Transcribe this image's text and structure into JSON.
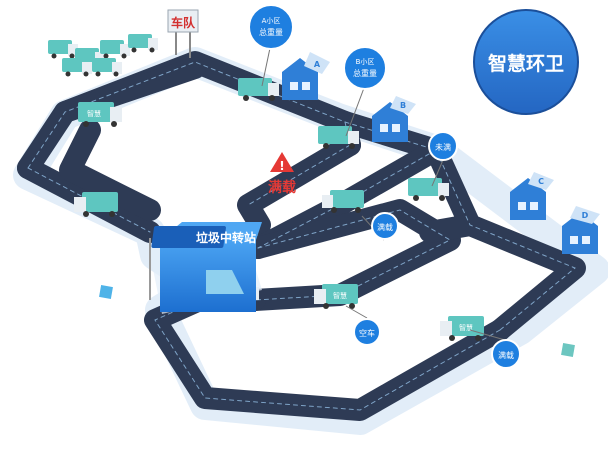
{
  "title": "智慧环卫",
  "fleet_sign": "车队",
  "station_label": "垃圾中转站",
  "warning_label": "满载",
  "markers": {
    "a": {
      "line1": "A小区",
      "line2": "总重量"
    },
    "b": {
      "line1": "B小区",
      "line2": "总重量"
    },
    "weilan": "未满",
    "manzai1": "满载",
    "kongche": "空车",
    "manzai2": "满载"
  },
  "buildings": {
    "a_sign": "A",
    "b_sign": "B",
    "c_sign": "C",
    "d_sign": "D"
  },
  "truck_label": "智慧",
  "colors": {
    "road": "#2e3b55",
    "road_edge": "#cfe3f7",
    "title_circle": "#2f7fd7",
    "marker": "#1e7fe0",
    "truck": "#5ec6c0",
    "station": "#2f88e6",
    "warning": "#e53935"
  }
}
